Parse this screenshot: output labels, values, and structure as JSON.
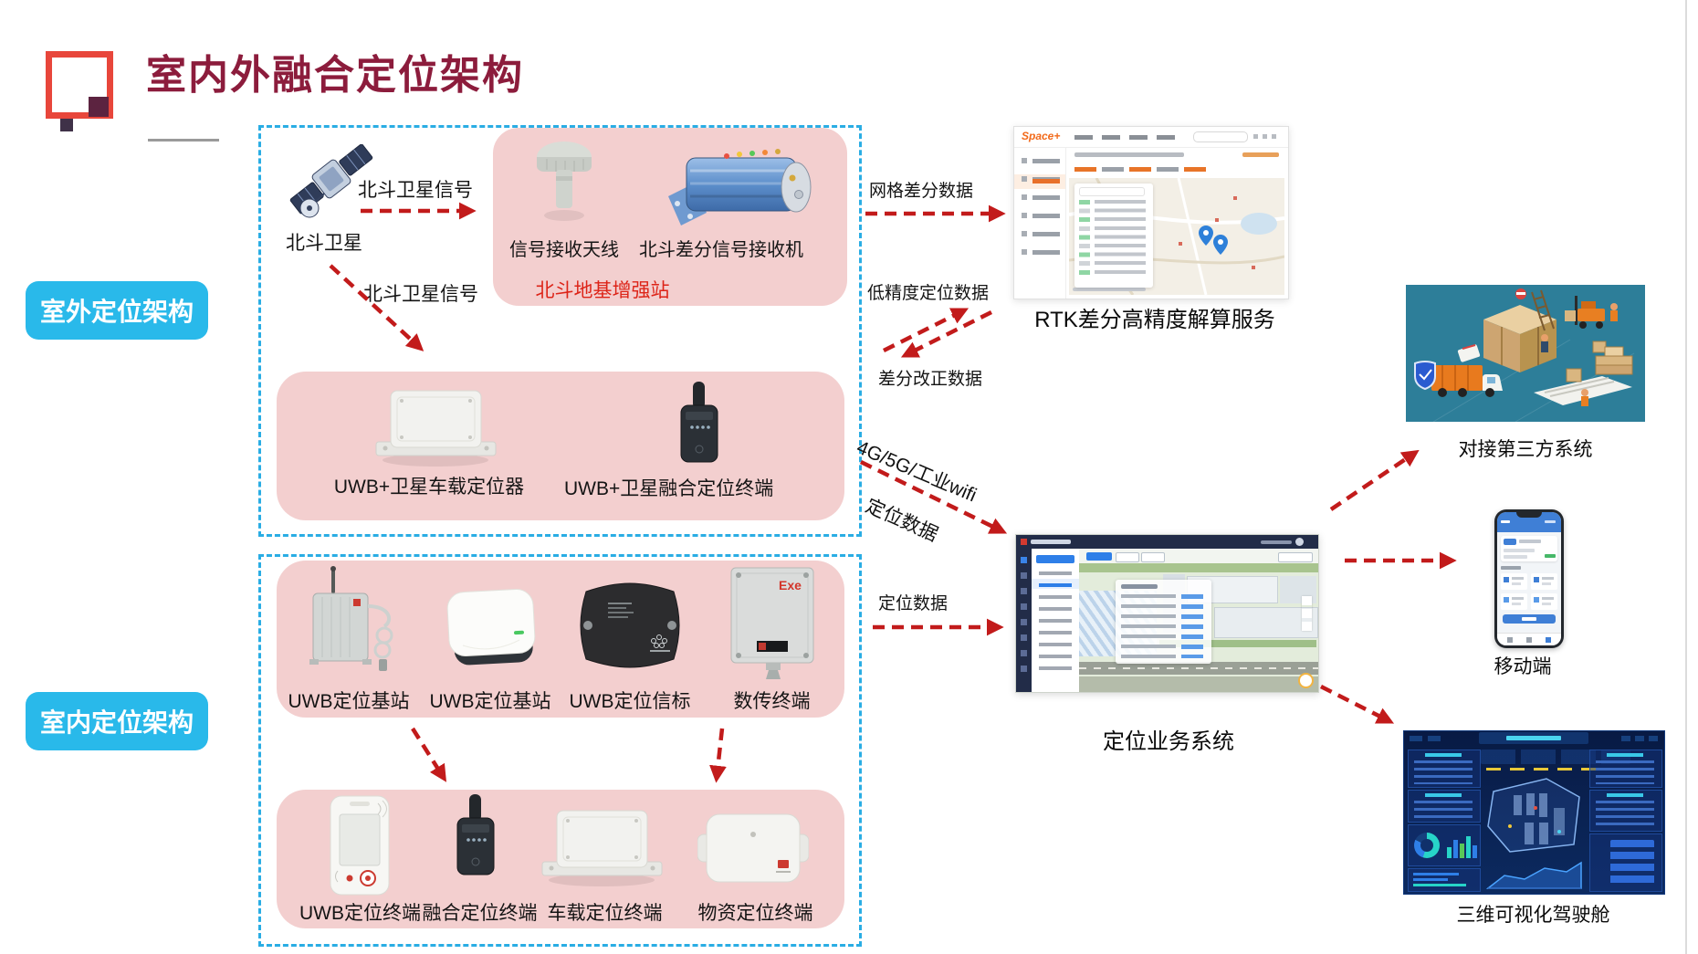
{
  "header": {
    "title": "室内外融合定位架构"
  },
  "tags": {
    "outdoor": "室外定位架构",
    "indoor": "室内定位架构"
  },
  "outdoor": {
    "satellite_label": "北斗卫星",
    "signal_top": "北斗卫星信号",
    "signal_diag": "北斗卫星信号",
    "station": {
      "antenna_label": "信号接收天线",
      "receiver_label": "北斗差分信号接收机",
      "caption": "北斗地基增强站"
    },
    "vehicle": {
      "device1": "UWB+卫星车载定位器",
      "device2": "UWB+卫星融合定位终端"
    }
  },
  "indoor": {
    "anchors": [
      "UWB定位基站",
      "UWB定位基站",
      "UWB定位信标",
      "数传终端"
    ],
    "terminals": [
      "UWB定位终端",
      "融合定位终端",
      "车载定位终端",
      "物资定位终端"
    ],
    "exe_mark": "Exe"
  },
  "flows": {
    "grid_diff": "网格差分数据",
    "low_precision": "低精度定位数据",
    "diff_correction": "差分改正数据",
    "network": "4G/5G/工业wifi",
    "network_data": "定位数据",
    "positioning_data": "定位数据"
  },
  "systems": {
    "rtk": {
      "logo": "Space+",
      "caption": "RTK差分高精度解算服务"
    },
    "business": {
      "caption": "定位业务系统"
    },
    "third_party": {
      "caption": "对接第三方系统"
    },
    "mobile": {
      "caption": "移动端"
    },
    "cockpit": {
      "caption": "三维可视化驾驶舱"
    }
  },
  "colors": {
    "title_maroon": "#8c1c3c",
    "logo_red": "#e8463b",
    "arrow_red": "#c21b1b",
    "station_caption_red": "#dd2418",
    "tag_cyan": "#29b9ea",
    "dashed_border_blue": "#2aade4",
    "panel_pink": "#f3cfcf",
    "rtk_logo_orange": "#f26a1b"
  }
}
